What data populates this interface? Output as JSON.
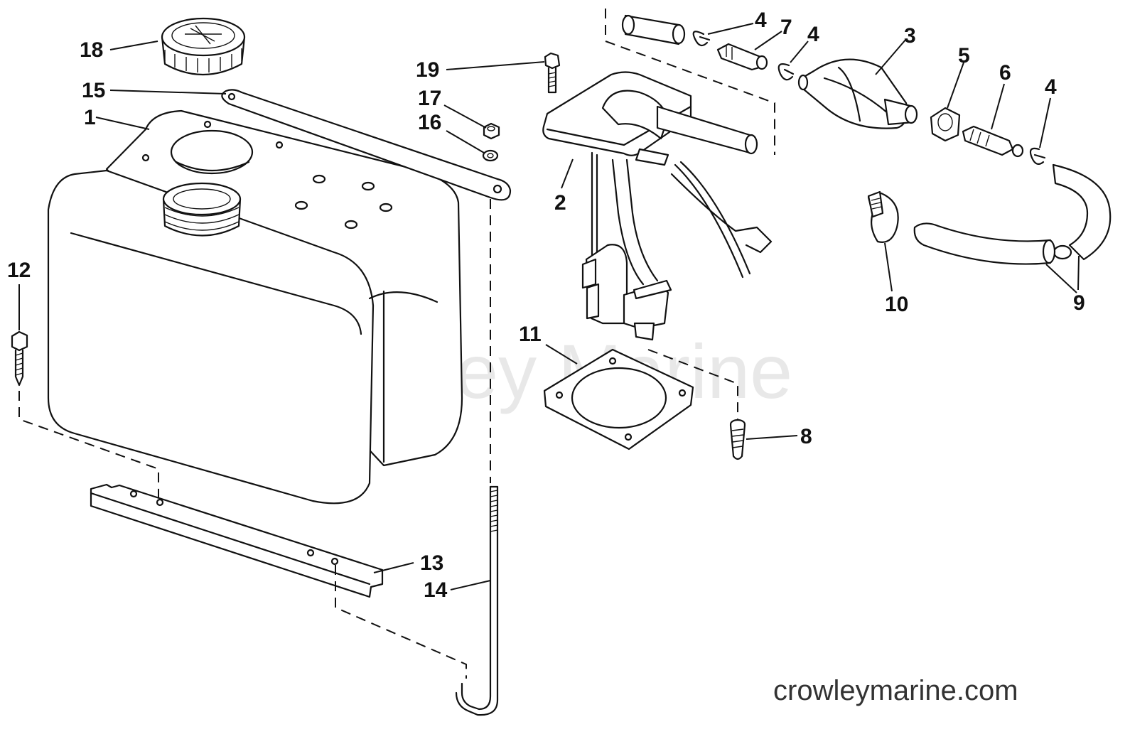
{
  "watermark": "Crowley Marine",
  "website": "crowleymarine.com",
  "callouts": [
    "1",
    "2",
    "3",
    "4",
    "4",
    "4",
    "5",
    "6",
    "7",
    "8",
    "9",
    "10",
    "11",
    "12",
    "13",
    "14",
    "15",
    "16",
    "17",
    "18",
    "19"
  ]
}
